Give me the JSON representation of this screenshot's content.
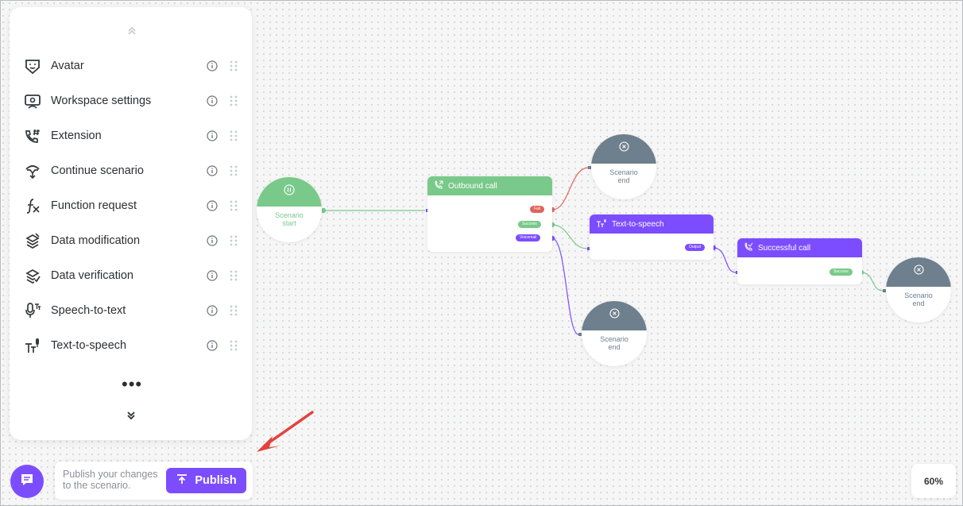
{
  "sidebar": {
    "items": [
      {
        "label": "Avatar",
        "icon": "avatar-icon"
      },
      {
        "label": "Workspace settings",
        "icon": "workspace-settings-icon"
      },
      {
        "label": "Extension",
        "icon": "extension-phone-icon"
      },
      {
        "label": "Continue scenario",
        "icon": "continue-scenario-icon"
      },
      {
        "label": "Function request",
        "icon": "function-icon"
      },
      {
        "label": "Data modification",
        "icon": "data-modification-icon"
      },
      {
        "label": "Data verification",
        "icon": "data-verification-icon"
      },
      {
        "label": "Speech-to-text",
        "icon": "speech-to-text-icon"
      },
      {
        "label": "Text-to-speech",
        "icon": "text-to-speech-icon"
      }
    ],
    "more": "•••"
  },
  "publish": {
    "hint": "Publish your changes to the scenario.",
    "button_label": "Publish"
  },
  "zoom": "60%",
  "canvas": {
    "start": {
      "line1": "Scenario",
      "line2": "start"
    },
    "end_nodes": [
      {
        "line1": "Scenario",
        "line2": "end"
      },
      {
        "line1": "Scenario",
        "line2": "end"
      },
      {
        "line1": "Scenario",
        "line2": "end"
      }
    ],
    "outbound_call": {
      "title": "Outbound call",
      "outputs": [
        "Fail",
        "Success",
        "Voicemail"
      ]
    },
    "text_to_speech": {
      "title": "Text-to-speech",
      "outputs": [
        "Output"
      ]
    },
    "successful_call": {
      "title": "Successful call",
      "outputs": [
        "Success"
      ]
    }
  },
  "colors": {
    "accent": "#7c4dff",
    "green": "#79c98a",
    "red": "#e0645a",
    "slate": "#6e7f8d"
  }
}
